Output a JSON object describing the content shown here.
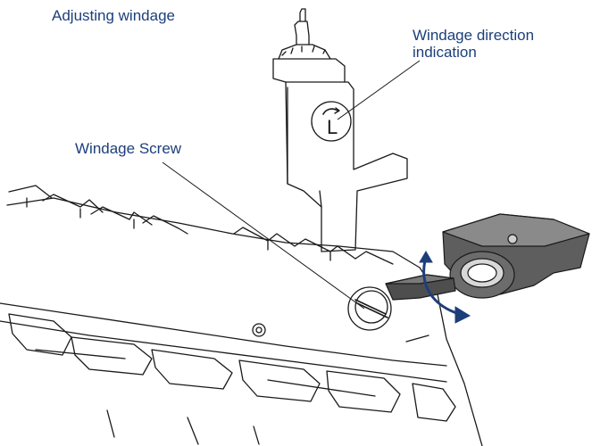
{
  "title": "Adjusting windage",
  "callouts": {
    "direction": {
      "line1": "Windage direction",
      "line2": "indication"
    },
    "screw": "Windage Screw"
  },
  "indicator_letter": "L",
  "colors": {
    "label": "#1c3f7a",
    "outline": "#1a1a1a",
    "tool": "#5a5a5a",
    "arrow": "#1c3f7a"
  },
  "icons": [
    "windage-tool-icon",
    "rotation-arrow-icon",
    "windage-screw-icon",
    "direction-indicator-icon"
  ]
}
